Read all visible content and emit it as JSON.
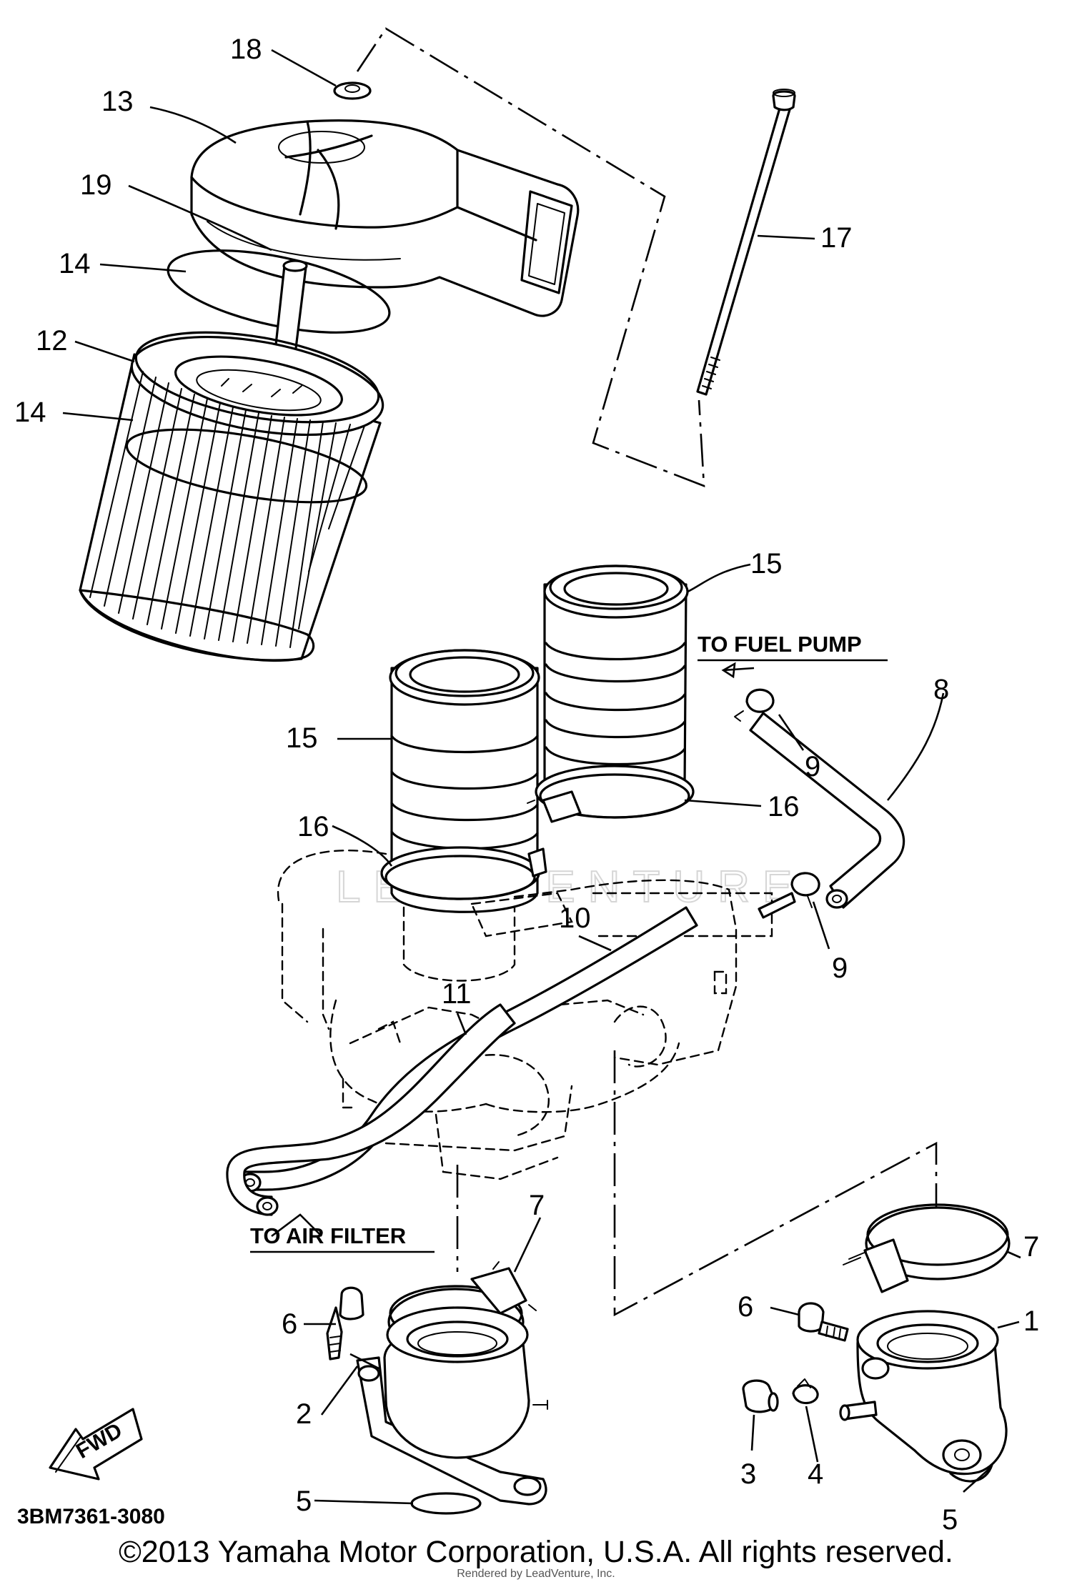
{
  "callouts": {
    "n18": "18",
    "n13": "13",
    "n19": "19",
    "n14a": "14",
    "n12": "12",
    "n14b": "14",
    "n17": "17",
    "n15a": "15",
    "n15b": "15",
    "n8": "8",
    "n9a": "9",
    "n16a": "16",
    "n16b": "16",
    "n9b": "9",
    "n10": "10",
    "n11": "11",
    "n7a": "7",
    "n7b": "7",
    "n6a": "6",
    "n6b": "6",
    "n1": "1",
    "n2": "2",
    "n3": "3",
    "n4": "4",
    "n5a": "5",
    "n5b": "5"
  },
  "labels": {
    "to_fuel_pump": "TO FUEL PUMP",
    "to_air_filter": "TO AIR FILTER",
    "fwd": "FWD",
    "drawing_code": "3BM7361-3080"
  },
  "watermark": "LEADVENTURE",
  "footer": {
    "copyright": "©2013 Yamaha Motor Corporation, U.S.A. All rights reserved.",
    "rendered_by": "Rendered by LeadVenture, Inc."
  }
}
